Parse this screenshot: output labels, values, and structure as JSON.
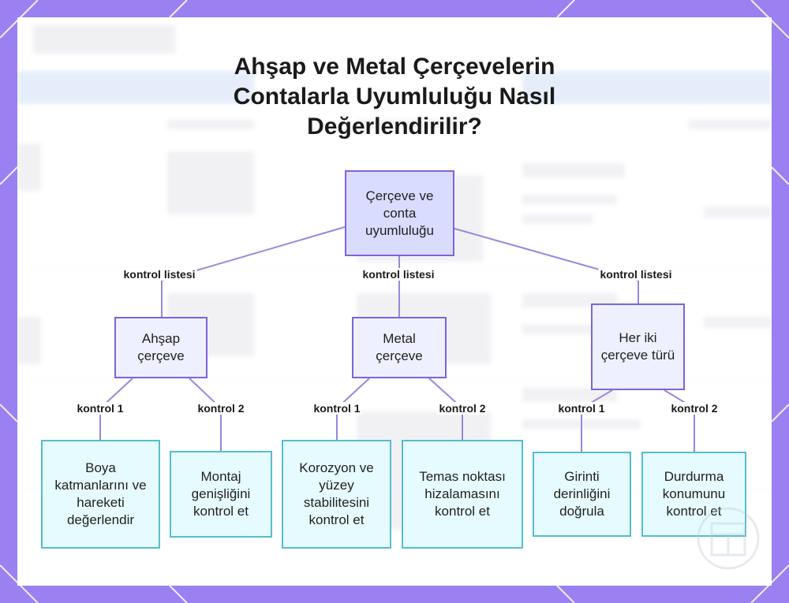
{
  "title": [
    "Ahşap ve Metal Çerçevelerin",
    "Contalarla Uyumluluğu Nasıl",
    "Değerlendirilir?"
  ],
  "colors": {
    "background": "#9a80f0",
    "line": "#9b86dc",
    "root_fill": "#d9dcff",
    "branch_fill": "#eef0ff",
    "branch_border": "#7d64d9",
    "leaf_fill": "#e6fbff",
    "leaf_border": "#55bdd0"
  },
  "diagram": {
    "root": {
      "label": "Çerçeve ve conta uyumluluğu"
    },
    "branches": [
      {
        "label": "Ahşap çerçeve",
        "edge_label": "kontrol listesi",
        "children": [
          {
            "label": "Boya katmanlarını ve hareketi değerlendir",
            "edge_label": "kontrol 1"
          },
          {
            "label": "Montaj genişliğini kontrol et",
            "edge_label": "kontrol 2"
          }
        ]
      },
      {
        "label": "Metal çerçeve",
        "edge_label": "kontrol listesi",
        "children": [
          {
            "label": "Korozyon ve yüzey stabilitesini kontrol et",
            "edge_label": "kontrol 1"
          },
          {
            "label": "Temas noktası hizalamasını kontrol et",
            "edge_label": "kontrol 2"
          }
        ]
      },
      {
        "label": "Her iki çerçeve türü",
        "edge_label": "kontrol listesi",
        "children": [
          {
            "label": "Girinti derinliğini doğrula",
            "edge_label": "kontrol 1"
          },
          {
            "label": "Durdurma konumunu kontrol et",
            "edge_label": "kontrol 2"
          }
        ]
      }
    ]
  }
}
